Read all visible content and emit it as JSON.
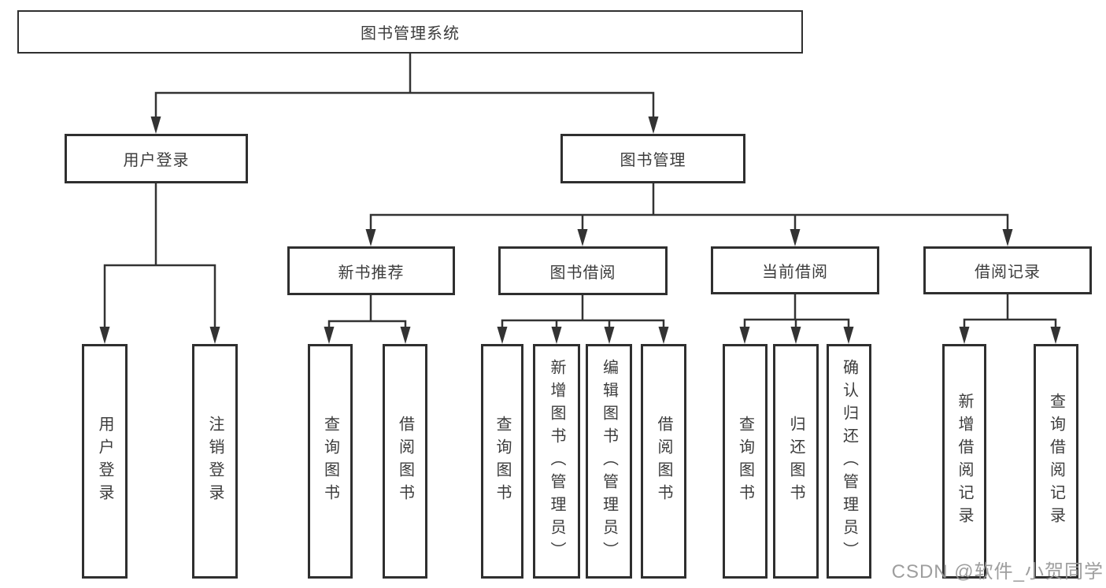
{
  "tree": {
    "root": {
      "label": "图书管理系统"
    },
    "branches": [
      {
        "label": "用户登录",
        "children": [
          {
            "label": "用户登录"
          },
          {
            "label": "注销登录"
          }
        ]
      },
      {
        "label": "图书管理",
        "children": [
          {
            "label": "新书推荐",
            "children": [
              {
                "label": "查询图书"
              },
              {
                "label": "借阅图书"
              }
            ]
          },
          {
            "label": "图书借阅",
            "children": [
              {
                "label": "查询图书"
              },
              {
                "label": "新增图书（管理员）"
              },
              {
                "label": "编辑图书（管理员）"
              },
              {
                "label": "借阅图书"
              }
            ]
          },
          {
            "label": "当前借阅",
            "children": [
              {
                "label": "查询图书"
              },
              {
                "label": "归还图书"
              },
              {
                "label": "确认归还（管理员）"
              }
            ]
          },
          {
            "label": "借阅记录",
            "children": [
              {
                "label": "新增借阅记录"
              },
              {
                "label": "查询借阅记录"
              }
            ]
          }
        ]
      }
    ]
  },
  "watermark": {
    "text": "CSDN @软件_小贺同学"
  },
  "colors": {
    "line": "#333333",
    "border": "#2f2f2f",
    "text": "#3c3c3c",
    "background": "#ffffff",
    "watermark": "#969696"
  }
}
